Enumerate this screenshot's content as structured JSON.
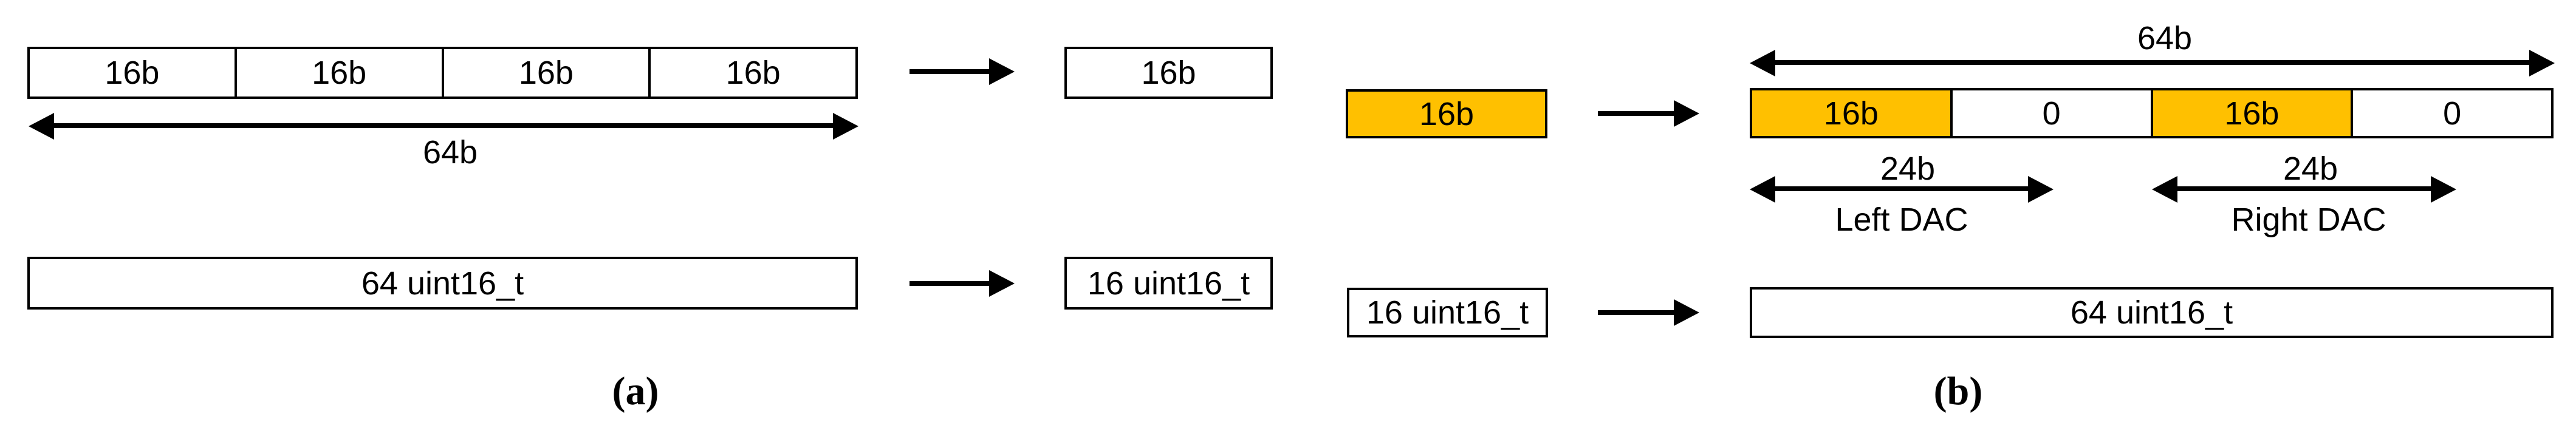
{
  "colors": {
    "highlight_fill": "#FFC000",
    "stroke": "#000000",
    "box_fill": "#FFFFFF",
    "background": "#FFFFFF"
  },
  "panel_a": {
    "caption": "(a)",
    "source_word": {
      "cells": [
        "16b",
        "16b",
        "16b",
        "16b"
      ],
      "width_label": "64b"
    },
    "extracted_sample": "16b",
    "source_buffer": "64 uint16_t",
    "extracted_buffer": "16 uint16_t"
  },
  "panel_b": {
    "caption": "(b)",
    "input_sample": "16b",
    "packed_word": {
      "cells": [
        "16b",
        "0",
        "16b",
        "0"
      ],
      "width_label": "64b"
    },
    "left_channel": {
      "width_label": "24b",
      "label": "Left DAC"
    },
    "right_channel": {
      "width_label": "24b",
      "label": "Right DAC"
    },
    "input_buffer": "16 uint16_t",
    "packed_buffer": "64 uint16_t"
  }
}
